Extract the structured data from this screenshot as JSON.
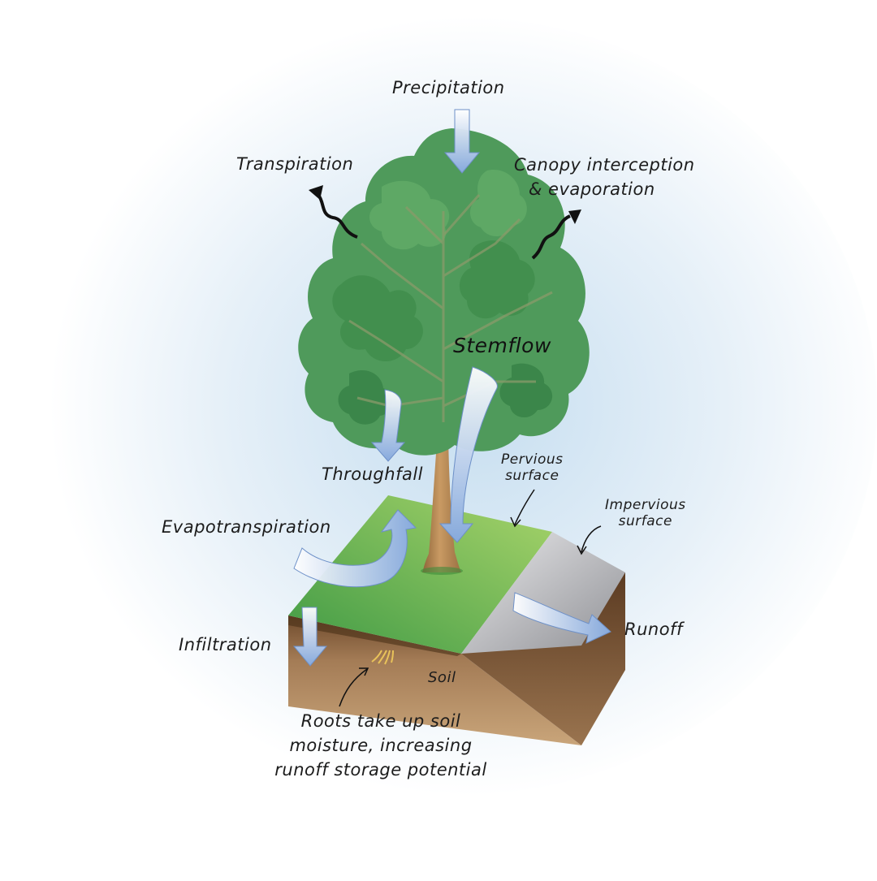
{
  "labels": {
    "precipitation": "Precipitation",
    "transpiration": "Transpiration",
    "canopy_line1": "Canopy interception",
    "canopy_line2": "& evaporation",
    "stemflow": "Stemflow",
    "throughfall": "Throughfall",
    "pervious_line1": "Pervious",
    "pervious_line2": "surface",
    "impervious_line1": "Impervious",
    "impervious_line2": "surface",
    "evapotranspiration": "Evapotranspiration",
    "infiltration": "Infiltration",
    "runoff": "Runoff",
    "soil": "Soil",
    "roots_line1": "Roots take up soil",
    "roots_line2": "moisture, increasing",
    "roots_line3": "runoff storage potential"
  },
  "colors": {
    "canopy": "#4f9a5b",
    "canopy_dark": "#2f7a3f",
    "grass": "#5aa846",
    "grass_light": "#93c95a",
    "soil": "#a07a54",
    "trunk": "#b98a55",
    "arrow_blue": "#8fb0df",
    "pavement": "#b5b6ba"
  }
}
